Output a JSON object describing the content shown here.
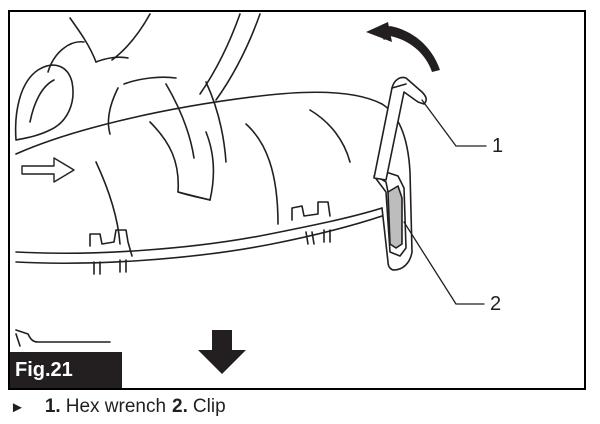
{
  "figure": {
    "label": "Fig.21",
    "callouts": [
      "1",
      "2"
    ]
  },
  "caption": {
    "bullet": "►",
    "items": [
      {
        "number": "1.",
        "label": "Hex wrench"
      },
      {
        "number": "2.",
        "label": "Clip"
      }
    ]
  },
  "colors": {
    "ink": "#231f20",
    "label_background": "#231f20",
    "label_text": "#ffffff",
    "paper": "#ffffff",
    "clip_fill": "#bdbdbd"
  },
  "icons": [
    "rotate-arrow-icon",
    "right-arrow-icon",
    "down-arrow-icon"
  ]
}
